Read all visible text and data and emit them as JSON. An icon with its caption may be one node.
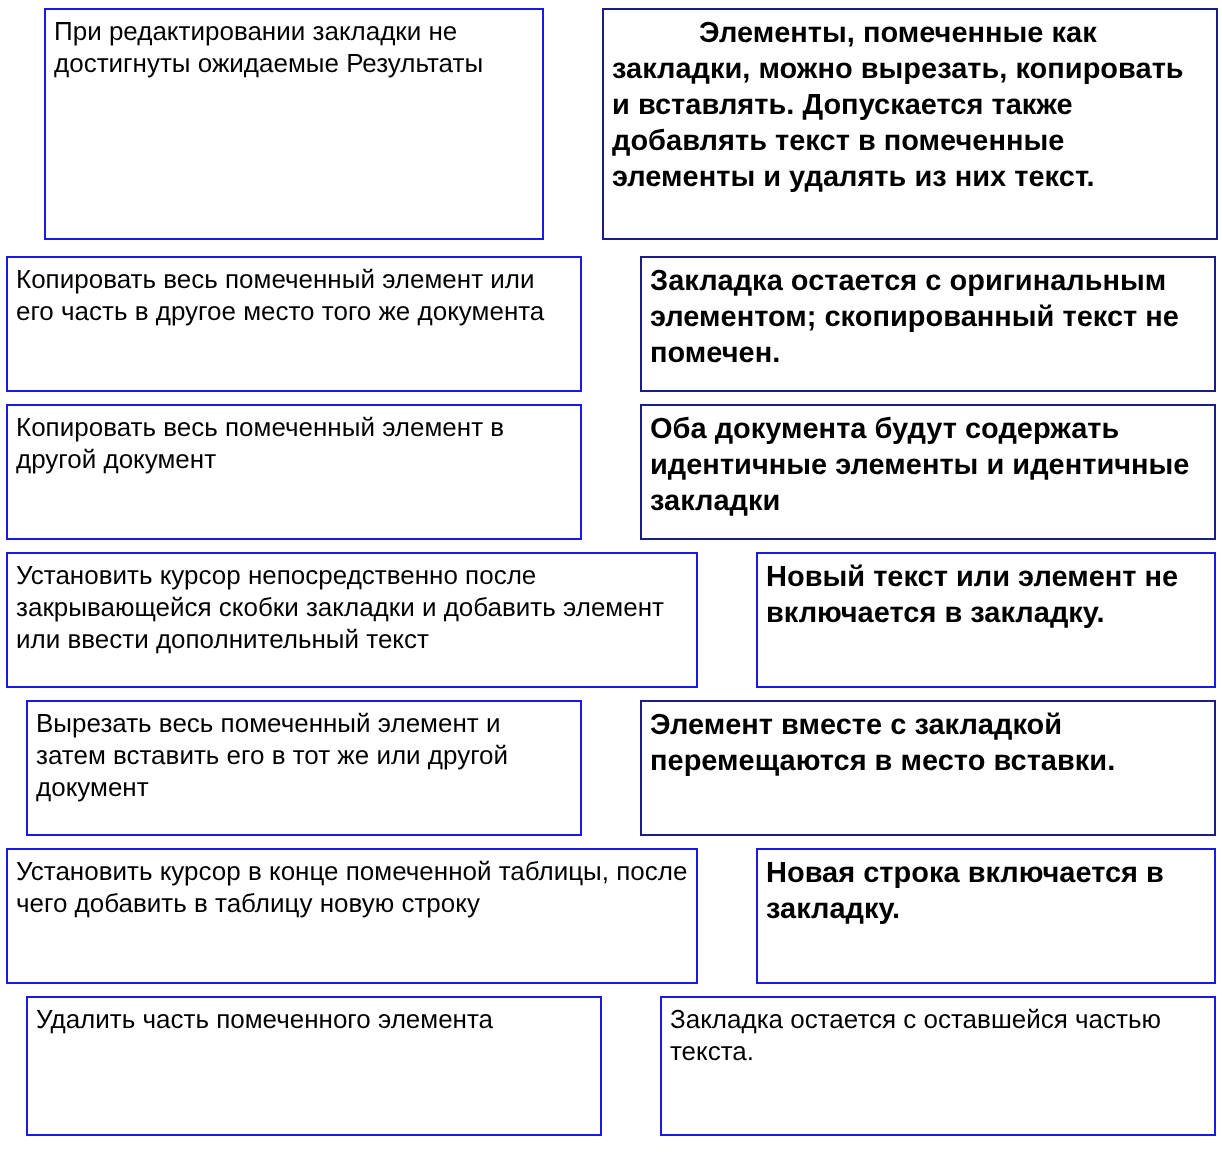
{
  "diagram": {
    "nodes": [
      {
        "text": [
          "При редактировании закладки не достигнуты ожидаемые Результаты"
        ]
      },
      {
        "text": [
          "Элементы, помеченные как закладки, можно вырезать, копировать и вставлять. Допускается также добавлять текст в помеченные элементы и удалять из них текст."
        ]
      },
      {
        "text": [
          "Копировать весь помеченный элемент или его часть в другое место того же документа"
        ]
      },
      {
        "text": [
          "Закладка остается с оригинальным элементом; скопированный текст не помечен."
        ]
      },
      {
        "text": [
          "Копировать весь помеченный элемент в другой документ"
        ]
      },
      {
        "text": [
          "Оба документа будут содержать идентичные элементы и идентичные закладки"
        ]
      },
      {
        "text": [
          "Установить курсор непосредственно после закрывающейся скобки закладки и добавить элемент или ввести дополнительный текст"
        ]
      },
      {
        "text": [
          "Новый текст или элемент не включается в закладку."
        ]
      },
      {
        "text": [
          "Вырезать весь помеченный элемент и затем вставить его в тот же или другой документ"
        ]
      },
      {
        "text": [
          "Элемент вместе с закладкой перемещаются в место вставки."
        ]
      },
      {
        "text": [
          "Установить курсор в конце помеченной таблицы, после чего добавить в таблицу новую строку"
        ]
      },
      {
        "text": [
          "Новая строка включается в закладку."
        ]
      },
      {
        "text": [
          "Удалить часть помеченного элемента"
        ]
      },
      {
        "text": [
          "Закладка остается с оставшейся частью текста."
        ]
      }
    ]
  }
}
